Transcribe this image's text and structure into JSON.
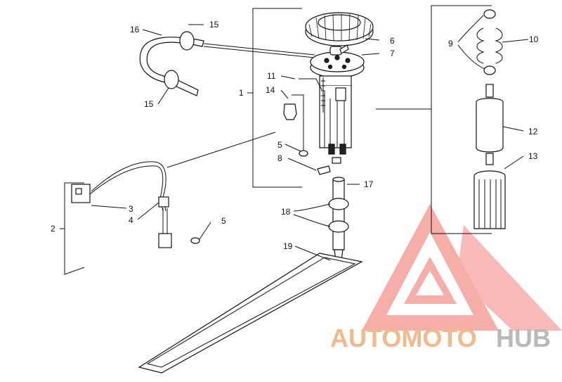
{
  "callouts": {
    "c1": "1",
    "c2": "2",
    "c3": "3",
    "c4": "4",
    "c5a": "5",
    "c5b": "5",
    "c6": "6",
    "c7": "7",
    "c8": "8",
    "c9": "9",
    "c10": "10",
    "c11": "11",
    "c12": "12",
    "c13": "13",
    "c14": "14",
    "c15a": "15",
    "c15b": "15",
    "c16": "16",
    "c17": "17",
    "c18": "18",
    "c19": "19"
  },
  "watermark": {
    "word_part1": "AUTOMOTO",
    "word_part2": "HUB",
    "color_primary": "#f4a09a",
    "color_secondary": "#b9b9b9",
    "color_text_gold": "#f3c98a"
  }
}
